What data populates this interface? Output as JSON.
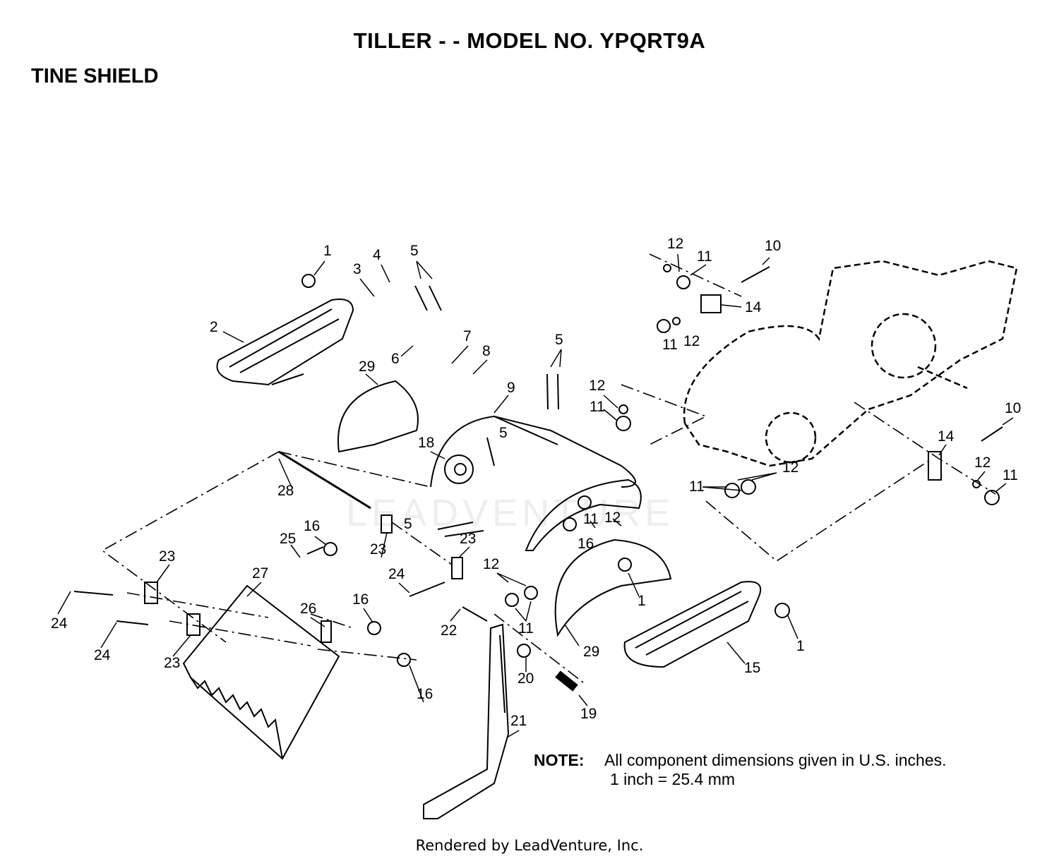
{
  "title": "TILLER - - MODEL NO. YPQRT9A",
  "section": "TINE SHIELD",
  "watermark": "LEADVENTURE",
  "callouts": {
    "c1a": "1",
    "c1b": "1",
    "c1c": "1",
    "c2": "2",
    "c3": "3",
    "c4": "4",
    "c5a": "5",
    "c5b": "5",
    "c5c": "5",
    "c5d": "5",
    "c6": "6",
    "c7": "7",
    "c8": "8",
    "c9": "9",
    "c10a": "10",
    "c10b": "10",
    "c11a": "11",
    "c11b": "11",
    "c11c": "11",
    "c11d": "11",
    "c11e": "11",
    "c11f": "11",
    "c11g": "11",
    "c12a": "12",
    "c12b": "12",
    "c12c": "12",
    "c12d": "12",
    "c12e": "12",
    "c12f": "12",
    "c12g": "12",
    "c14a": "14",
    "c14b": "14",
    "c15": "15",
    "c16a": "16",
    "c16b": "16",
    "c16c": "16",
    "c16d": "16",
    "c18": "18",
    "c19": "19",
    "c20": "20",
    "c21": "21",
    "c22": "22",
    "c23a": "23",
    "c23b": "23",
    "c23c": "23",
    "c23d": "23",
    "c24a": "24",
    "c24b": "24",
    "c24c": "24",
    "c25": "25",
    "c26": "26",
    "c27": "27",
    "c28": "28",
    "c29a": "29",
    "c29b": "29"
  },
  "note": {
    "label": "NOTE:",
    "line1": "All component dimensions given in U.S. inches.",
    "line2": "1 inch = 25.4 mm"
  },
  "footer": "Rendered by LeadVenture, Inc."
}
